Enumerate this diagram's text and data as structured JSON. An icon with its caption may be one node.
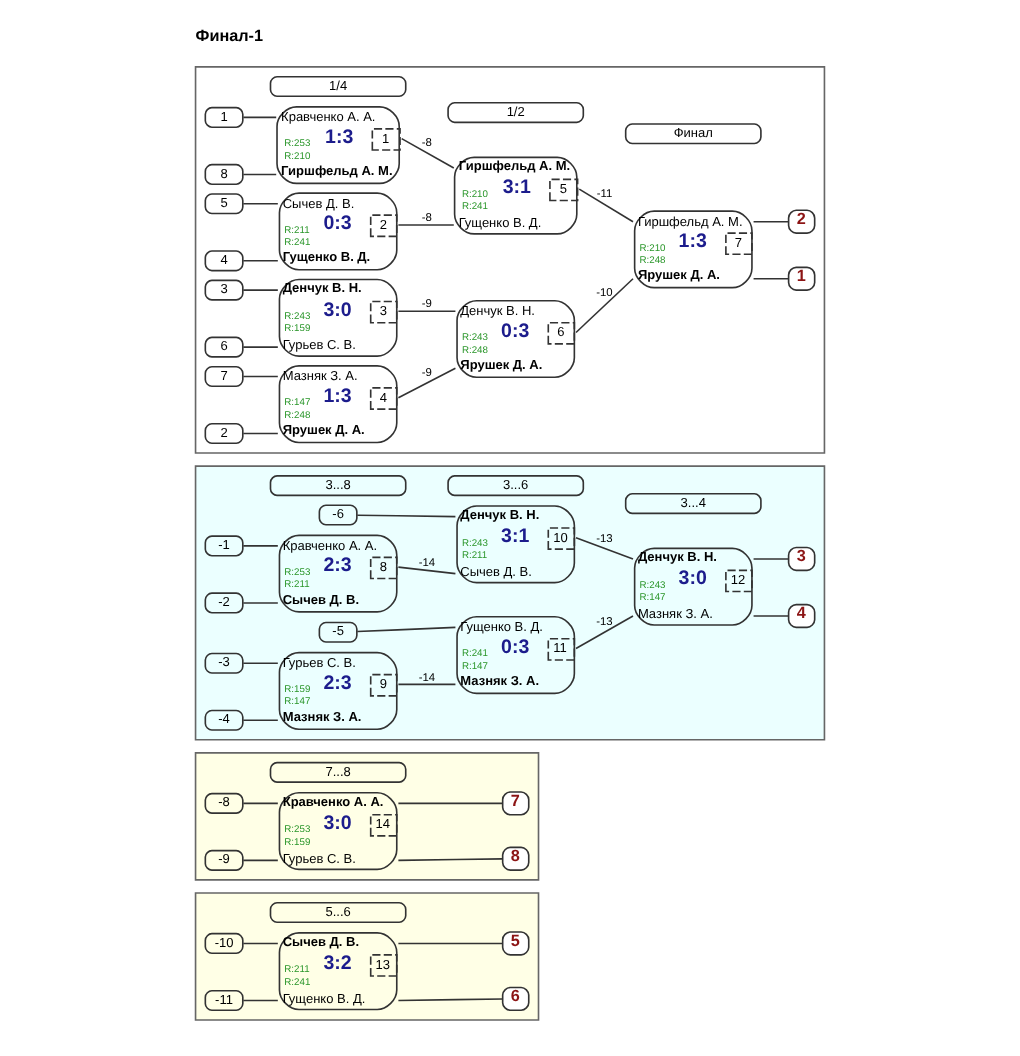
{
  "diagram": {
    "title": "Финал-1",
    "nodes": [
      {
        "text": [],
        "shape": "box"
      },
      {
        "text": [
          "1/4"
        ],
        "in": 0
      },
      {
        "text": [
          "1/2"
        ],
        "in": 0
      },
      {
        "text": [
          "Финал"
        ],
        "in": 0
      },
      {
        "text": [
          "1"
        ],
        "in": 0
      },
      {
        "text": [
          "8"
        ],
        "in": 0
      },
      {
        "text": [
          "Кравченко А. А.",
          "R:253",
          "1:3",
          "1",
          "R:210",
          "Гиршфельд А. М."
        ],
        "in": 0
      },
      {
        "text": [
          "5"
        ],
        "in": 0
      },
      {
        "text": [
          "4"
        ],
        "in": 0
      },
      {
        "text": [
          "Сычев Д. В.",
          "R:211",
          "0:3",
          "2",
          "R:241",
          "Гущенко В. Д."
        ],
        "in": 0
      },
      {
        "text": [
          "3"
        ],
        "in": 0
      },
      {
        "text": [
          "6"
        ],
        "in": 0
      },
      {
        "text": [
          "Денчук В. Н.",
          "R:243",
          "3:0",
          "3",
          "R:159",
          "Гурьев С. В."
        ],
        "in": 0
      },
      {
        "text": [
          "7"
        ],
        "in": 0
      },
      {
        "text": [
          "2"
        ],
        "in": 0
      },
      {
        "text": [
          "Мазняк З. А.",
          "R:147",
          "1:3",
          "4",
          "R:248",
          "Ярушек Д. А."
        ],
        "in": 0
      },
      {
        "text": [
          "Гиршфельд А. М.",
          "R:210",
          "3:1",
          "5",
          "R:241",
          "Гущенко В. Д."
        ],
        "in": 0
      },
      {
        "text": [
          "Денчук В. Н.",
          "R:243",
          "0:3",
          "6",
          "R:248",
          "Ярушек Д. А."
        ],
        "in": 0
      },
      {
        "text": [
          "Гиршфельд А. М.",
          "R:210",
          "1:3",
          "7",
          "R:248",
          "Ярушек Д. А."
        ],
        "in": 0
      },
      {
        "text": [
          "2"
        ],
        "in": 0
      },
      {
        "text": [
          "1"
        ],
        "in": 0
      },
      {
        "text": [],
        "shape": "box"
      },
      {
        "text": [
          "3...8"
        ],
        "in": 21
      },
      {
        "text": [
          "3...6"
        ],
        "in": 21
      },
      {
        "text": [
          "3...4"
        ],
        "in": 21
      },
      {
        "text": [
          "-1"
        ],
        "in": 21
      },
      {
        "text": [
          "-2"
        ],
        "in": 21
      },
      {
        "text": [
          "Кравченко А. А.",
          "R:253",
          "2:3",
          "8",
          "R:211",
          "Сычев Д. В."
        ],
        "in": 21
      },
      {
        "text": [
          "-3"
        ],
        "in": 21
      },
      {
        "text": [
          "-4"
        ],
        "in": 21
      },
      {
        "text": [
          "Гурьев С. В.",
          "R:159",
          "2:3",
          "9",
          "R:147",
          "Мазняк З. А."
        ],
        "in": 21
      },
      {
        "text": [
          "-6"
        ],
        "in": 21
      },
      {
        "text": [
          "Денчук В. Н.",
          "R:243",
          "3:1",
          "10",
          "R:211",
          "Сычев Д. В."
        ],
        "in": 21
      },
      {
        "text": [
          "-5"
        ],
        "in": 21
      },
      {
        "text": [
          "Гущенко В. Д.",
          "R:241",
          "0:3",
          "11",
          "R:147",
          "Мазняк З. А."
        ],
        "in": 21
      },
      {
        "text": [
          "Денчук В. Н.",
          "R:243",
          "3:0",
          "12",
          "R:147",
          "Мазняк З. А."
        ],
        "in": 21
      },
      {
        "text": [
          "3"
        ],
        "in": 21
      },
      {
        "text": [
          "4"
        ],
        "in": 21
      },
      {
        "text": [],
        "shape": "box"
      },
      {
        "text": [
          "7...8"
        ],
        "in": 38
      },
      {
        "text": [
          "-8"
        ],
        "in": 38
      },
      {
        "text": [
          "-9"
        ],
        "in": 38
      },
      {
        "text": [
          "Кравченко А. А.",
          "R:253",
          "3:0",
          "14",
          "R:159",
          "Гурьев С. В."
        ],
        "in": 38
      },
      {
        "text": [
          "7"
        ],
        "in": 38
      },
      {
        "text": [
          "8"
        ],
        "in": 38
      },
      {
        "text": [],
        "shape": "box"
      },
      {
        "text": [
          "5...6"
        ],
        "in": 45
      },
      {
        "text": [
          "-10"
        ],
        "in": 45
      },
      {
        "text": [
          "-11"
        ],
        "in": 45
      },
      {
        "text": [
          "Сычев Д. В.",
          "R:211",
          "3:2",
          "13",
          "R:241",
          "Гущенко В. Д."
        ],
        "in": 45
      },
      {
        "text": [
          "5"
        ],
        "in": 45
      },
      {
        "text": [
          "6"
        ],
        "in": 45
      }
    ],
    "edges": [
      {
        "from": 4,
        "to": 6,
        "arrow": "none"
      },
      {
        "from": 5,
        "to": 6,
        "arrow": "none"
      },
      {
        "from": 7,
        "to": 9,
        "arrow": "none"
      },
      {
        "from": 8,
        "to": 9,
        "arrow": "none"
      },
      {
        "from": 10,
        "to": 12,
        "arrow": "none"
      },
      {
        "from": 11,
        "to": 12,
        "arrow": "none"
      },
      {
        "from": 13,
        "to": 15,
        "arrow": "none"
      },
      {
        "from": 14,
        "to": 15,
        "arrow": "none"
      },
      {
        "from": 6,
        "to": 16,
        "arrow": "none",
        "label": "-8"
      },
      {
        "from": 9,
        "to": 16,
        "arrow": "none",
        "label": "-8"
      },
      {
        "from": 12,
        "to": 17,
        "arrow": "none",
        "label": "-9"
      },
      {
        "from": 15,
        "to": 17,
        "arrow": "none",
        "label": "-9"
      },
      {
        "from": 16,
        "to": 18,
        "arrow": "none",
        "label": "-11"
      },
      {
        "from": 17,
        "to": 18,
        "arrow": "none",
        "label": "-10"
      },
      {
        "from": 18,
        "to": 19,
        "arrow": "none"
      },
      {
        "from": 18,
        "to": 20,
        "arrow": "none"
      },
      {
        "from": 25,
        "to": 27,
        "arrow": "none"
      },
      {
        "from": 26,
        "to": 27,
        "arrow": "none"
      },
      {
        "from": 28,
        "to": 30,
        "arrow": "none"
      },
      {
        "from": 29,
        "to": 30,
        "arrow": "none"
      },
      {
        "from": 31,
        "to": 32,
        "arrow": "none"
      },
      {
        "from": 27,
        "to": 32,
        "arrow": "none",
        "label": "-14"
      },
      {
        "from": 33,
        "to": 34,
        "arrow": "none"
      },
      {
        "from": 30,
        "to": 34,
        "arrow": "none",
        "label": "-14"
      },
      {
        "from": 32,
        "to": 35,
        "arrow": "none",
        "label": "-13"
      },
      {
        "from": 34,
        "to": 35,
        "arrow": "none",
        "label": "-13"
      },
      {
        "from": 35,
        "to": 36,
        "arrow": "none"
      },
      {
        "from": 35,
        "to": 37,
        "arrow": "none"
      },
      {
        "from": 40,
        "to": 42,
        "arrow": "none"
      },
      {
        "from": 41,
        "to": 42,
        "arrow": "none"
      },
      {
        "from": 42,
        "to": 43,
        "arrow": "none"
      },
      {
        "from": 42,
        "to": 44,
        "arrow": "none"
      },
      {
        "from": 47,
        "to": 49,
        "arrow": "none"
      },
      {
        "from": 48,
        "to": 49,
        "arrow": "none"
      },
      {
        "from": 49,
        "to": 50,
        "arrow": "none"
      },
      {
        "from": 49,
        "to": 51,
        "arrow": "none"
      }
    ]
  }
}
